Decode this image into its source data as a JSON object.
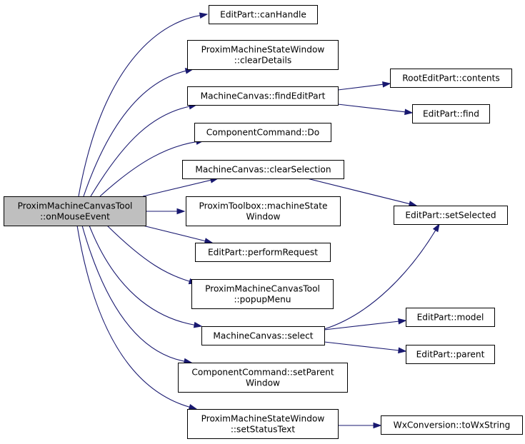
{
  "colors": {
    "edge": "#191970",
    "root_fill": "#bfbfbf",
    "node_fill": "#ffffff",
    "node_border": "#000000",
    "truncated_border": "#ff0000"
  },
  "nodes": [
    {
      "id": "root",
      "lines": [
        "ProximMachineCanvasTool",
        "::onMouseEvent"
      ],
      "style": "root"
    },
    {
      "id": "n1",
      "lines": [
        "EditPart::canHandle"
      ]
    },
    {
      "id": "n2",
      "lines": [
        "ProximMachineStateWindow",
        "::clearDetails"
      ]
    },
    {
      "id": "n3",
      "lines": [
        "MachineCanvas::findEditPart"
      ]
    },
    {
      "id": "n4",
      "lines": [
        "ComponentCommand::Do"
      ]
    },
    {
      "id": "n5",
      "lines": [
        "MachineCanvas::clearSelection"
      ]
    },
    {
      "id": "n6",
      "lines": [
        "ProximToolbox::machineState",
        "Window"
      ]
    },
    {
      "id": "n7",
      "lines": [
        "EditPart::performRequest"
      ]
    },
    {
      "id": "n8",
      "lines": [
        "ProximMachineCanvasTool",
        "::popupMenu"
      ]
    },
    {
      "id": "n9",
      "lines": [
        "MachineCanvas::select"
      ]
    },
    {
      "id": "n10",
      "lines": [
        "ComponentCommand::setParent",
        "Window"
      ]
    },
    {
      "id": "n11",
      "lines": [
        "ProximMachineStateWindow",
        "::setStatusText"
      ]
    },
    {
      "id": "n12",
      "lines": [
        "RootEditPart::contents"
      ]
    },
    {
      "id": "n13",
      "lines": [
        "EditPart::find"
      ],
      "style": "truncated"
    },
    {
      "id": "n14",
      "lines": [
        "EditPart::setSelected"
      ]
    },
    {
      "id": "n15",
      "lines": [
        "EditPart::model"
      ]
    },
    {
      "id": "n16",
      "lines": [
        "EditPart::parent"
      ]
    },
    {
      "id": "n17",
      "lines": [
        "WxConversion::toWxString"
      ]
    }
  ],
  "edges": [
    {
      "from": "root",
      "to": "n1"
    },
    {
      "from": "root",
      "to": "n2"
    },
    {
      "from": "root",
      "to": "n3"
    },
    {
      "from": "root",
      "to": "n4"
    },
    {
      "from": "root",
      "to": "n5"
    },
    {
      "from": "root",
      "to": "n6"
    },
    {
      "from": "root",
      "to": "n7"
    },
    {
      "from": "root",
      "to": "n8"
    },
    {
      "from": "root",
      "to": "n9"
    },
    {
      "from": "root",
      "to": "n10"
    },
    {
      "from": "root",
      "to": "n11"
    },
    {
      "from": "n3",
      "to": "n12"
    },
    {
      "from": "n3",
      "to": "n13"
    },
    {
      "from": "n5",
      "to": "n14"
    },
    {
      "from": "n9",
      "to": "n14"
    },
    {
      "from": "n9",
      "to": "n15"
    },
    {
      "from": "n9",
      "to": "n16"
    },
    {
      "from": "n11",
      "to": "n17"
    }
  ]
}
